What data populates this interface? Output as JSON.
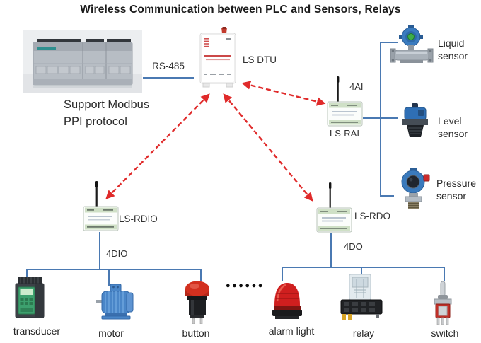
{
  "title": "Wireless Communication between PLC and Sensors, Relays",
  "plc_note": {
    "line1": "Support Modbus",
    "line2": "PPI protocol"
  },
  "connections": {
    "rs485": "RS-485",
    "rai_bus": "4AI",
    "rdio_bus": "4DIO",
    "rdo_bus": "4DO"
  },
  "devices": {
    "dtu": "LS DTU",
    "rai": "LS-RAI",
    "rdio": "LS-RDIO",
    "rdo": "LS-RDO"
  },
  "sensors": {
    "liquid": "Liquid sensor",
    "level": "Level sensor",
    "pressure": "Pressure sensor"
  },
  "outputs": {
    "transducer": "transducer",
    "motor": "motor",
    "button": "button",
    "alarm": "alarm light",
    "relay": "relay",
    "switch": "switch"
  },
  "ellipsis": "●●●●●●",
  "colors": {
    "arrow_red": "#e02a2a",
    "line_blue": "#4a79b2"
  }
}
